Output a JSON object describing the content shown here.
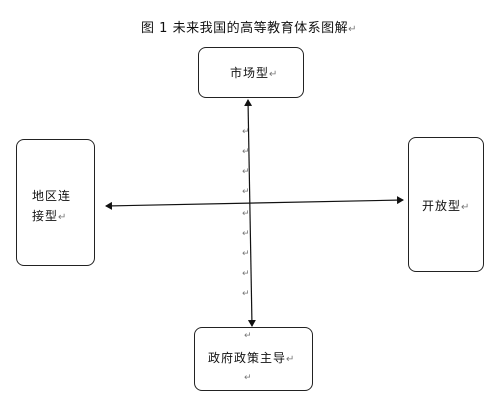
{
  "title": "图 1   未来我国的高等教育体系图解",
  "para_mark": "↵",
  "nodes": {
    "top": "市场型",
    "left_line1": "地区连",
    "left_line2": "接型",
    "right": "开放型",
    "bottom": "政府政策主导"
  }
}
